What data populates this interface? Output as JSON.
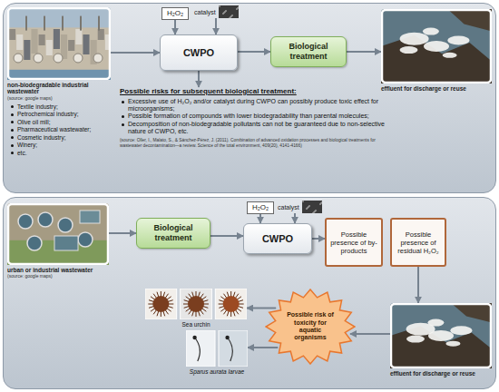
{
  "diagram": {
    "nodes": [
      {
        "text": [
          "non-biodegradable industrial wastewater",
          "(source: google maps)"
        ]
      },
      {
        "text": [
          "H₂O₂"
        ]
      },
      {
        "text": [
          "catalyst"
        ]
      },
      {
        "text": [
          "CWPO"
        ]
      },
      {
        "text": [
          "Biological treatment"
        ]
      },
      {
        "text": [
          "effluent for discharge or reuse"
        ]
      },
      {
        "text": [
          "Possible risks for subsequent biological treatment:",
          "Excessive use of H₂O₂ and/or catalyst during CWPO can possibly produce toxic effect for microorganisms;",
          "Possible formation of compounds with lower biodegradability than parental molecules;",
          "Decomposition of non-biodegradable pollutants can not be guaranteed due to non-selective nature of CWPO, etc.",
          "(source: Oller, I., Malato, S., & Sánchez-Pérez, J. (2011). Combination of advanced oxidation processes and biological treatments for wastewater decontamination—a review. Science of the total environment, 409(20), 4141-4166)"
        ]
      },
      {
        "text": [
          "urban or industrial wastewater",
          "(source: google maps)"
        ]
      },
      {
        "text": [
          "Biological treatment"
        ]
      },
      {
        "text": [
          "H₂O₂"
        ]
      },
      {
        "text": [
          "catalyst"
        ]
      },
      {
        "text": [
          "CWPO"
        ]
      },
      {
        "text": [
          "Possible presence of by-products"
        ]
      },
      {
        "text": [
          "Possible presence of residual H₂O₂"
        ]
      },
      {
        "text": [
          "effluent for discharge or reuse"
        ]
      },
      {
        "text": [
          "Possible risk of toxicity for aquatic organisms"
        ]
      },
      {
        "text": [
          "Sea urchin"
        ]
      },
      {
        "text": [
          "Sparus aurata larvae"
        ]
      }
    ],
    "edges": [
      {
        "from": 0,
        "to": 3,
        "arrow": "to"
      },
      {
        "from": 1,
        "to": 3,
        "arrow": "to"
      },
      {
        "from": 2,
        "to": 3,
        "arrow": "to"
      },
      {
        "from": 3,
        "to": 4,
        "arrow": "to"
      },
      {
        "from": 4,
        "to": 5,
        "arrow": "to"
      },
      {
        "from": 3,
        "to": 6,
        "arrow": "to"
      },
      {
        "from": 7,
        "to": 8,
        "arrow": "to"
      },
      {
        "from": 8,
        "to": 11,
        "arrow": "to"
      },
      {
        "from": 9,
        "to": 11,
        "arrow": "to"
      },
      {
        "from": 10,
        "to": 11,
        "arrow": "to"
      },
      {
        "from": 11,
        "to": 12,
        "arrow": "to"
      },
      {
        "from": 13,
        "to": 14,
        "arrow": "to"
      },
      {
        "from": 14,
        "to": 15,
        "arrow": "to"
      },
      {
        "from": 15,
        "to": 16,
        "arrow": "to"
      },
      {
        "from": 15,
        "to": 17,
        "arrow": "to"
      }
    ],
    "labels": [
      "Textile industry;",
      "Petrochemical industry;",
      "Olive oil mill;",
      "Pharmaceutical wastewater;",
      "Cosmetic industry;",
      "Winery;",
      "etc."
    ]
  }
}
